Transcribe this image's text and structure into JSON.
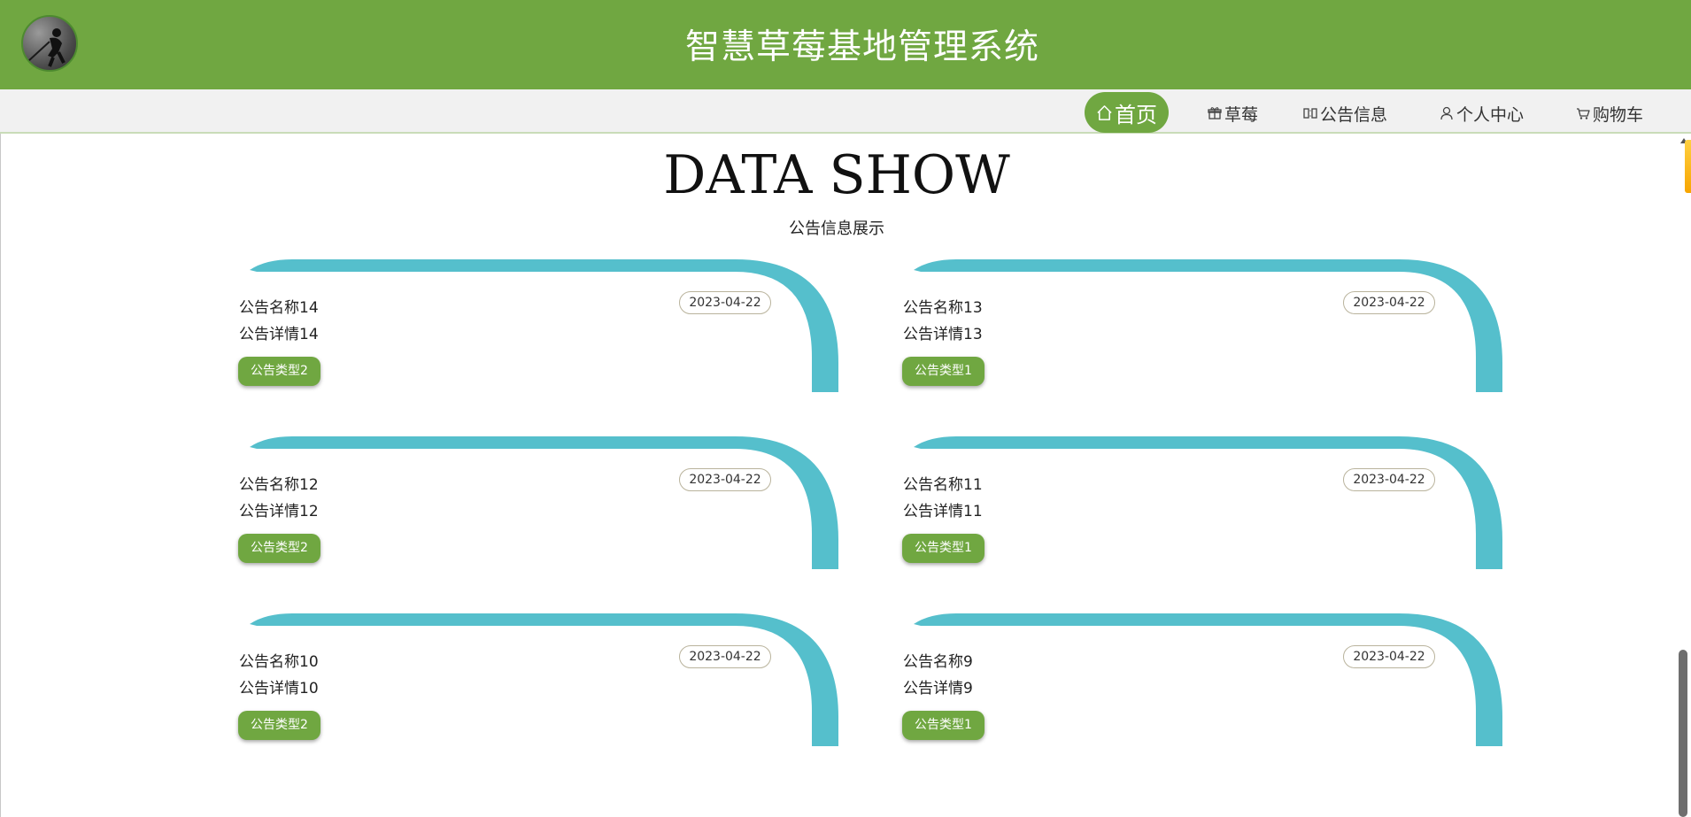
{
  "header": {
    "title": "智慧草莓基地管理系统",
    "logo_icon": "avatar-logo-icon",
    "color": "#70a741"
  },
  "nav": {
    "items": [
      {
        "label": "首页",
        "icon": "home-icon",
        "active": true
      },
      {
        "label": "草莓",
        "icon": "gift-icon",
        "active": false
      },
      {
        "label": "公告信息",
        "icon": "notice-icon",
        "active": false
      },
      {
        "label": "个人中心",
        "icon": "user-icon",
        "active": false
      },
      {
        "label": "购物车",
        "icon": "cart-icon",
        "active": false
      }
    ]
  },
  "section": {
    "title": "DATA SHOW",
    "subtitle": "公告信息展示"
  },
  "cards": [
    {
      "name": "公告名称14",
      "detail": "公告详情14",
      "date": "2023-04-22",
      "type": "公告类型2"
    },
    {
      "name": "公告名称13",
      "detail": "公告详情13",
      "date": "2023-04-22",
      "type": "公告类型1"
    },
    {
      "name": "公告名称12",
      "detail": "公告详情12",
      "date": "2023-04-22",
      "type": "公告类型2"
    },
    {
      "name": "公告名称11",
      "detail": "公告详情11",
      "date": "2023-04-22",
      "type": "公告类型1"
    },
    {
      "name": "公告名称10",
      "detail": "公告详情10",
      "date": "2023-04-22",
      "type": "公告类型2"
    },
    {
      "name": "公告名称9",
      "detail": "公告详情9",
      "date": "2023-04-22",
      "type": "公告类型1"
    }
  ],
  "colors": {
    "accent_green": "#70a741",
    "card_arc": "#55bfcc",
    "nav_bg": "#f1f1f1"
  }
}
